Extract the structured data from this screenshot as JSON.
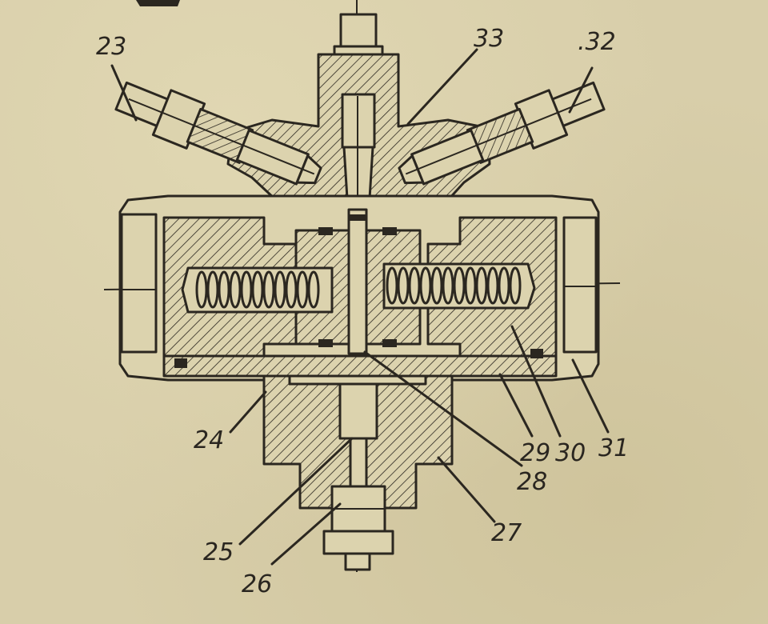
{
  "figure": {
    "labels": [
      {
        "id": "23",
        "text": "23"
      },
      {
        "id": "33",
        "text": "33"
      },
      {
        "id": "32",
        "text": ".32"
      },
      {
        "id": "24",
        "text": "24"
      },
      {
        "id": "25",
        "text": "25"
      },
      {
        "id": "26",
        "text": "26"
      },
      {
        "id": "27",
        "text": "27"
      },
      {
        "id": "28",
        "text": "28"
      },
      {
        "id": "29",
        "text": "29"
      },
      {
        "id": "30",
        "text": "30"
      },
      {
        "id": "31",
        "text": "31"
      }
    ]
  }
}
